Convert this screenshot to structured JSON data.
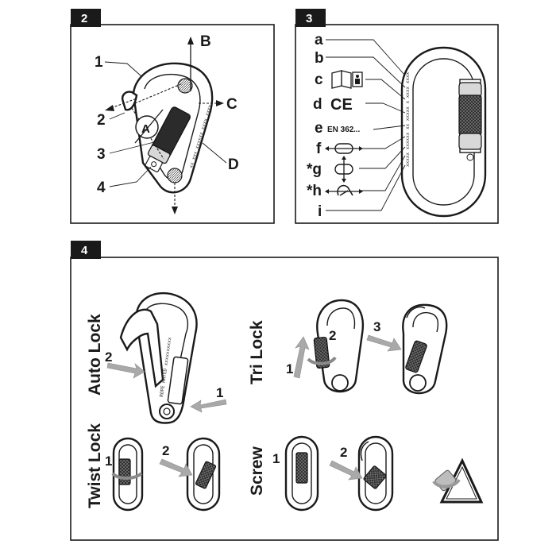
{
  "panels": {
    "p2": {
      "tab": "2",
      "labels": [
        "1",
        "2",
        "3",
        "4"
      ],
      "dir_labels": [
        "B",
        "C",
        "D"
      ],
      "circle_label": "A",
      "marking": "xx xxx xxxxxx xxxx  xxxx"
    },
    "p3": {
      "tab": "3",
      "labels": [
        "a",
        "b",
        "c",
        "d",
        "e",
        "f",
        "*g",
        "*h",
        "i"
      ],
      "en_text": "EN 362",
      "ce_text": "CE",
      "marking": "xxxxx xxxxxx xx xxxxx x xxxx xxxx"
    },
    "p4": {
      "tab": "4",
      "titles": {
        "auto": "Auto Lock",
        "tri": "Tri Lock",
        "twist": "Twist Lock",
        "screw": "Screw"
      },
      "step_numbers": {
        "auto": [
          "1",
          "2"
        ],
        "tri": [
          "1",
          "2",
          "3"
        ],
        "twist": [
          "1",
          "2"
        ],
        "screw": [
          "1",
          "2"
        ]
      },
      "hook_marking": "ROPE RATED xxxxxxxxxx"
    }
  }
}
